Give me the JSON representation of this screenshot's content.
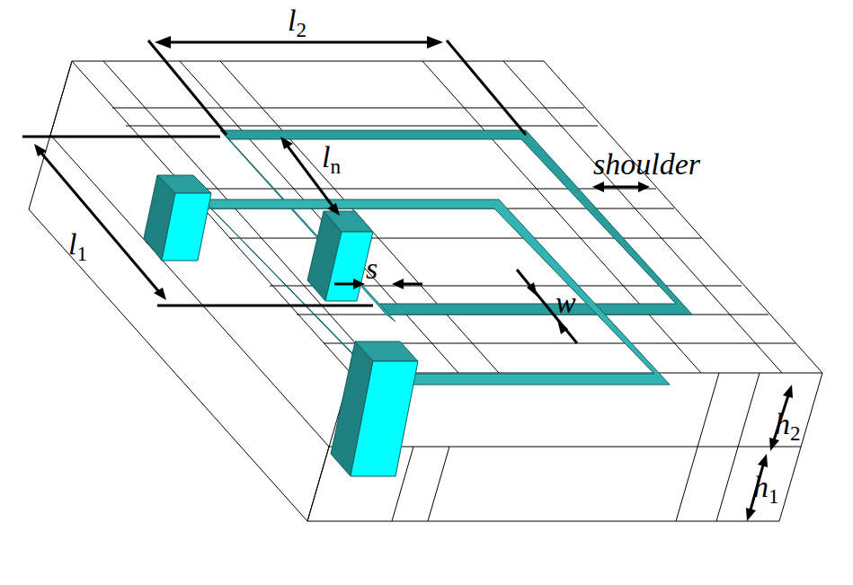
{
  "diagram": {
    "labels": [
      "l2",
      "ln",
      "shoulder",
      "l1",
      "s",
      "w",
      "h2",
      "h1"
    ]
  }
}
